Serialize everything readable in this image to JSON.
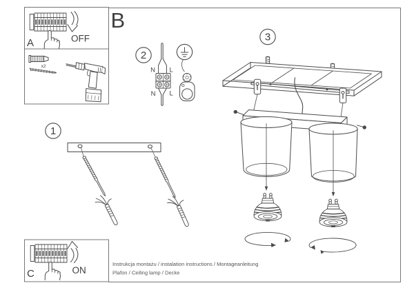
{
  "document": {
    "type": "installation-instruction-sheet",
    "product": "two-shade ceiling spotlight"
  },
  "colors": {
    "background": "#ffffff",
    "line_art": "#4a4a4a",
    "box_border": "#767676",
    "text": "#3f3f3f"
  },
  "sections": {
    "b_label": "B",
    "step_1": "1",
    "step_2": "2",
    "step_3": "3"
  },
  "power_off_panel": {
    "label": "A",
    "switch_state": "OFF"
  },
  "power_on_panel": {
    "label": "C",
    "switch_state": "ON"
  },
  "tools": {
    "anchor_quantity": "x2"
  },
  "wiring_diagram": {
    "terminal_in_neutral": "N",
    "terminal_in_live": "L",
    "terminal_out_neutral": "N",
    "terminal_out_live": "L"
  },
  "footer": {
    "line1": "Instrukcja montażu / instalation instructions / Montageanleitung",
    "line2": "Plafon / Ceiling lamp / Decke"
  }
}
